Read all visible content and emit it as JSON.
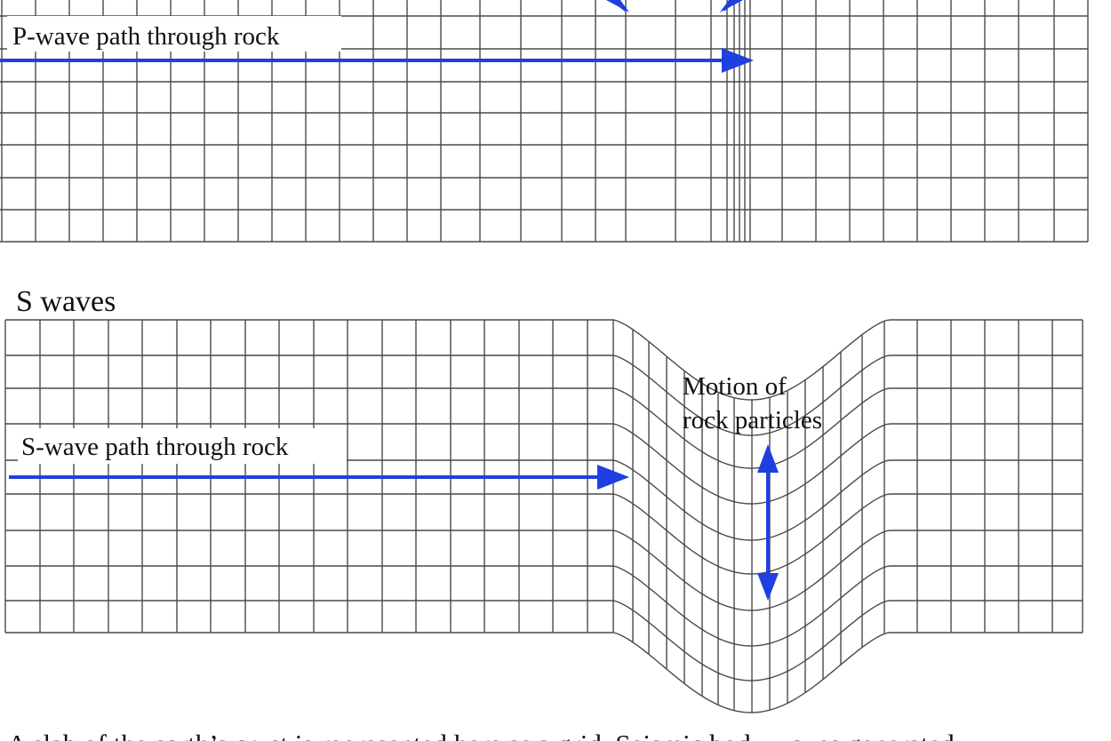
{
  "p_panel": {
    "path_label": "P-wave path through rock"
  },
  "s_panel": {
    "heading": "S waves",
    "path_label": "S-wave path through rock",
    "motion_label_line1": "Motion of",
    "motion_label_line2": "rock particles"
  },
  "caption": "A slab of the earth’s crust is represented here as a grid. Seismic body waves generated",
  "colors": {
    "arrow": "#1f3fe0",
    "grid": "#4a4a4a",
    "text": "#111111",
    "background": "#ffffff"
  }
}
